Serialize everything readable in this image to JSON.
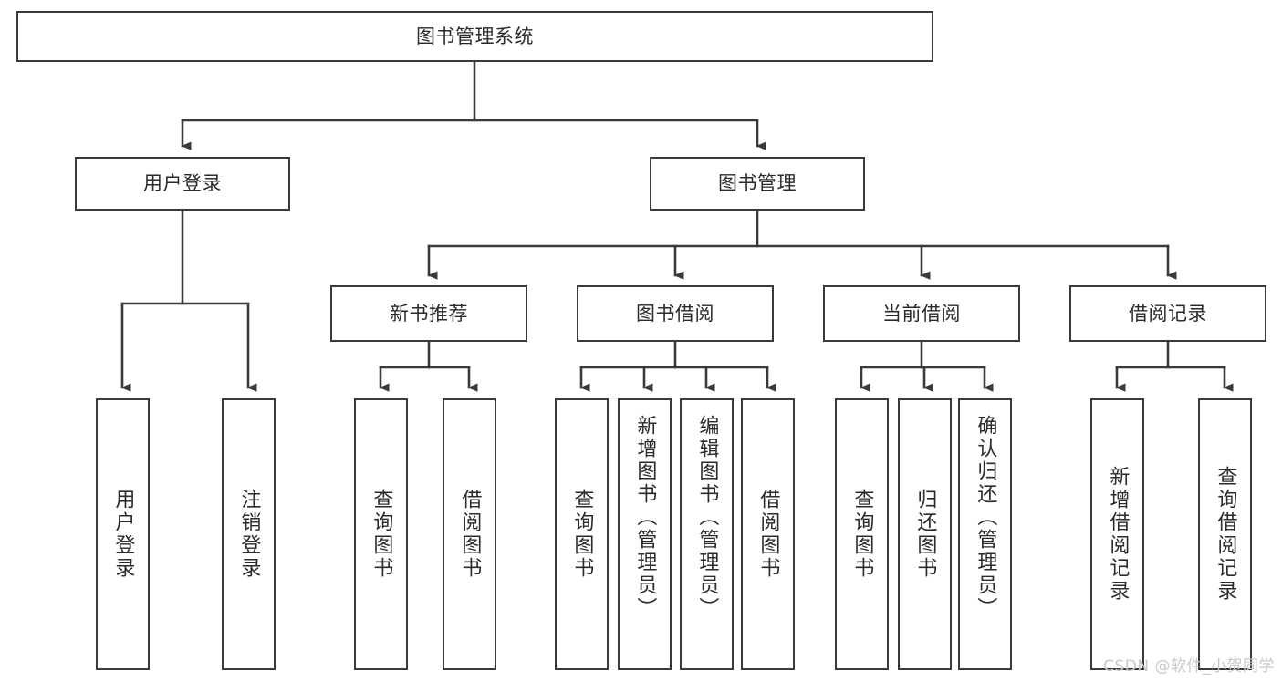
{
  "diagram": {
    "title": "图书管理系统",
    "type": "tree-hierarchy",
    "background": "#ffffff",
    "line_color": "#3a3a3a",
    "text_color": "#2b2b2b",
    "nodes": {
      "root": {
        "label": "图书管理系统"
      },
      "level2": [
        {
          "label": "用户登录"
        },
        {
          "label": "图书管理"
        }
      ],
      "level3": [
        {
          "label": "新书推荐"
        },
        {
          "label": "图书借阅"
        },
        {
          "label": "当前借阅"
        },
        {
          "label": "借阅记录"
        }
      ],
      "leaves_user_login": [
        {
          "label": "用户登录"
        },
        {
          "label": "注销登录"
        }
      ],
      "leaves_new_book": [
        {
          "label": "查询图书"
        },
        {
          "label": "借阅图书"
        }
      ],
      "leaves_borrow": [
        {
          "label": "查询图书"
        },
        {
          "label": "新增图书（管理员）"
        },
        {
          "label": "编辑图书（管理员）"
        },
        {
          "label": "借阅图书"
        }
      ],
      "leaves_current": [
        {
          "label": "查询图书"
        },
        {
          "label": "归还图书"
        },
        {
          "label": "确认归还（管理员）"
        }
      ],
      "leaves_record": [
        {
          "label": "新增借阅记录"
        },
        {
          "label": "查询借阅记录"
        }
      ]
    }
  },
  "watermark": {
    "text": "CSDN @软件_小贺同学"
  }
}
